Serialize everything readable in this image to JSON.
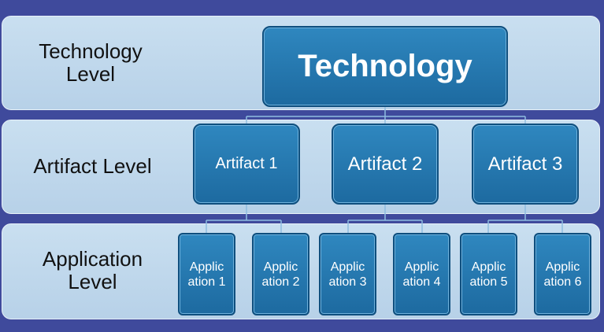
{
  "levels": {
    "technology": "Technology\nLevel",
    "artifact": "Artifact Level",
    "application": "Application\nLevel"
  },
  "technology": "Technology",
  "artifacts": [
    "Artifact 1",
    "Artifact 2",
    "Artifact 3"
  ],
  "applications": [
    "Applic\nation 1",
    "Applic\nation 2",
    "Applic\nation 3",
    "Applic\nation 4",
    "Applic\nation 5",
    "Applic\nation 6"
  ]
}
